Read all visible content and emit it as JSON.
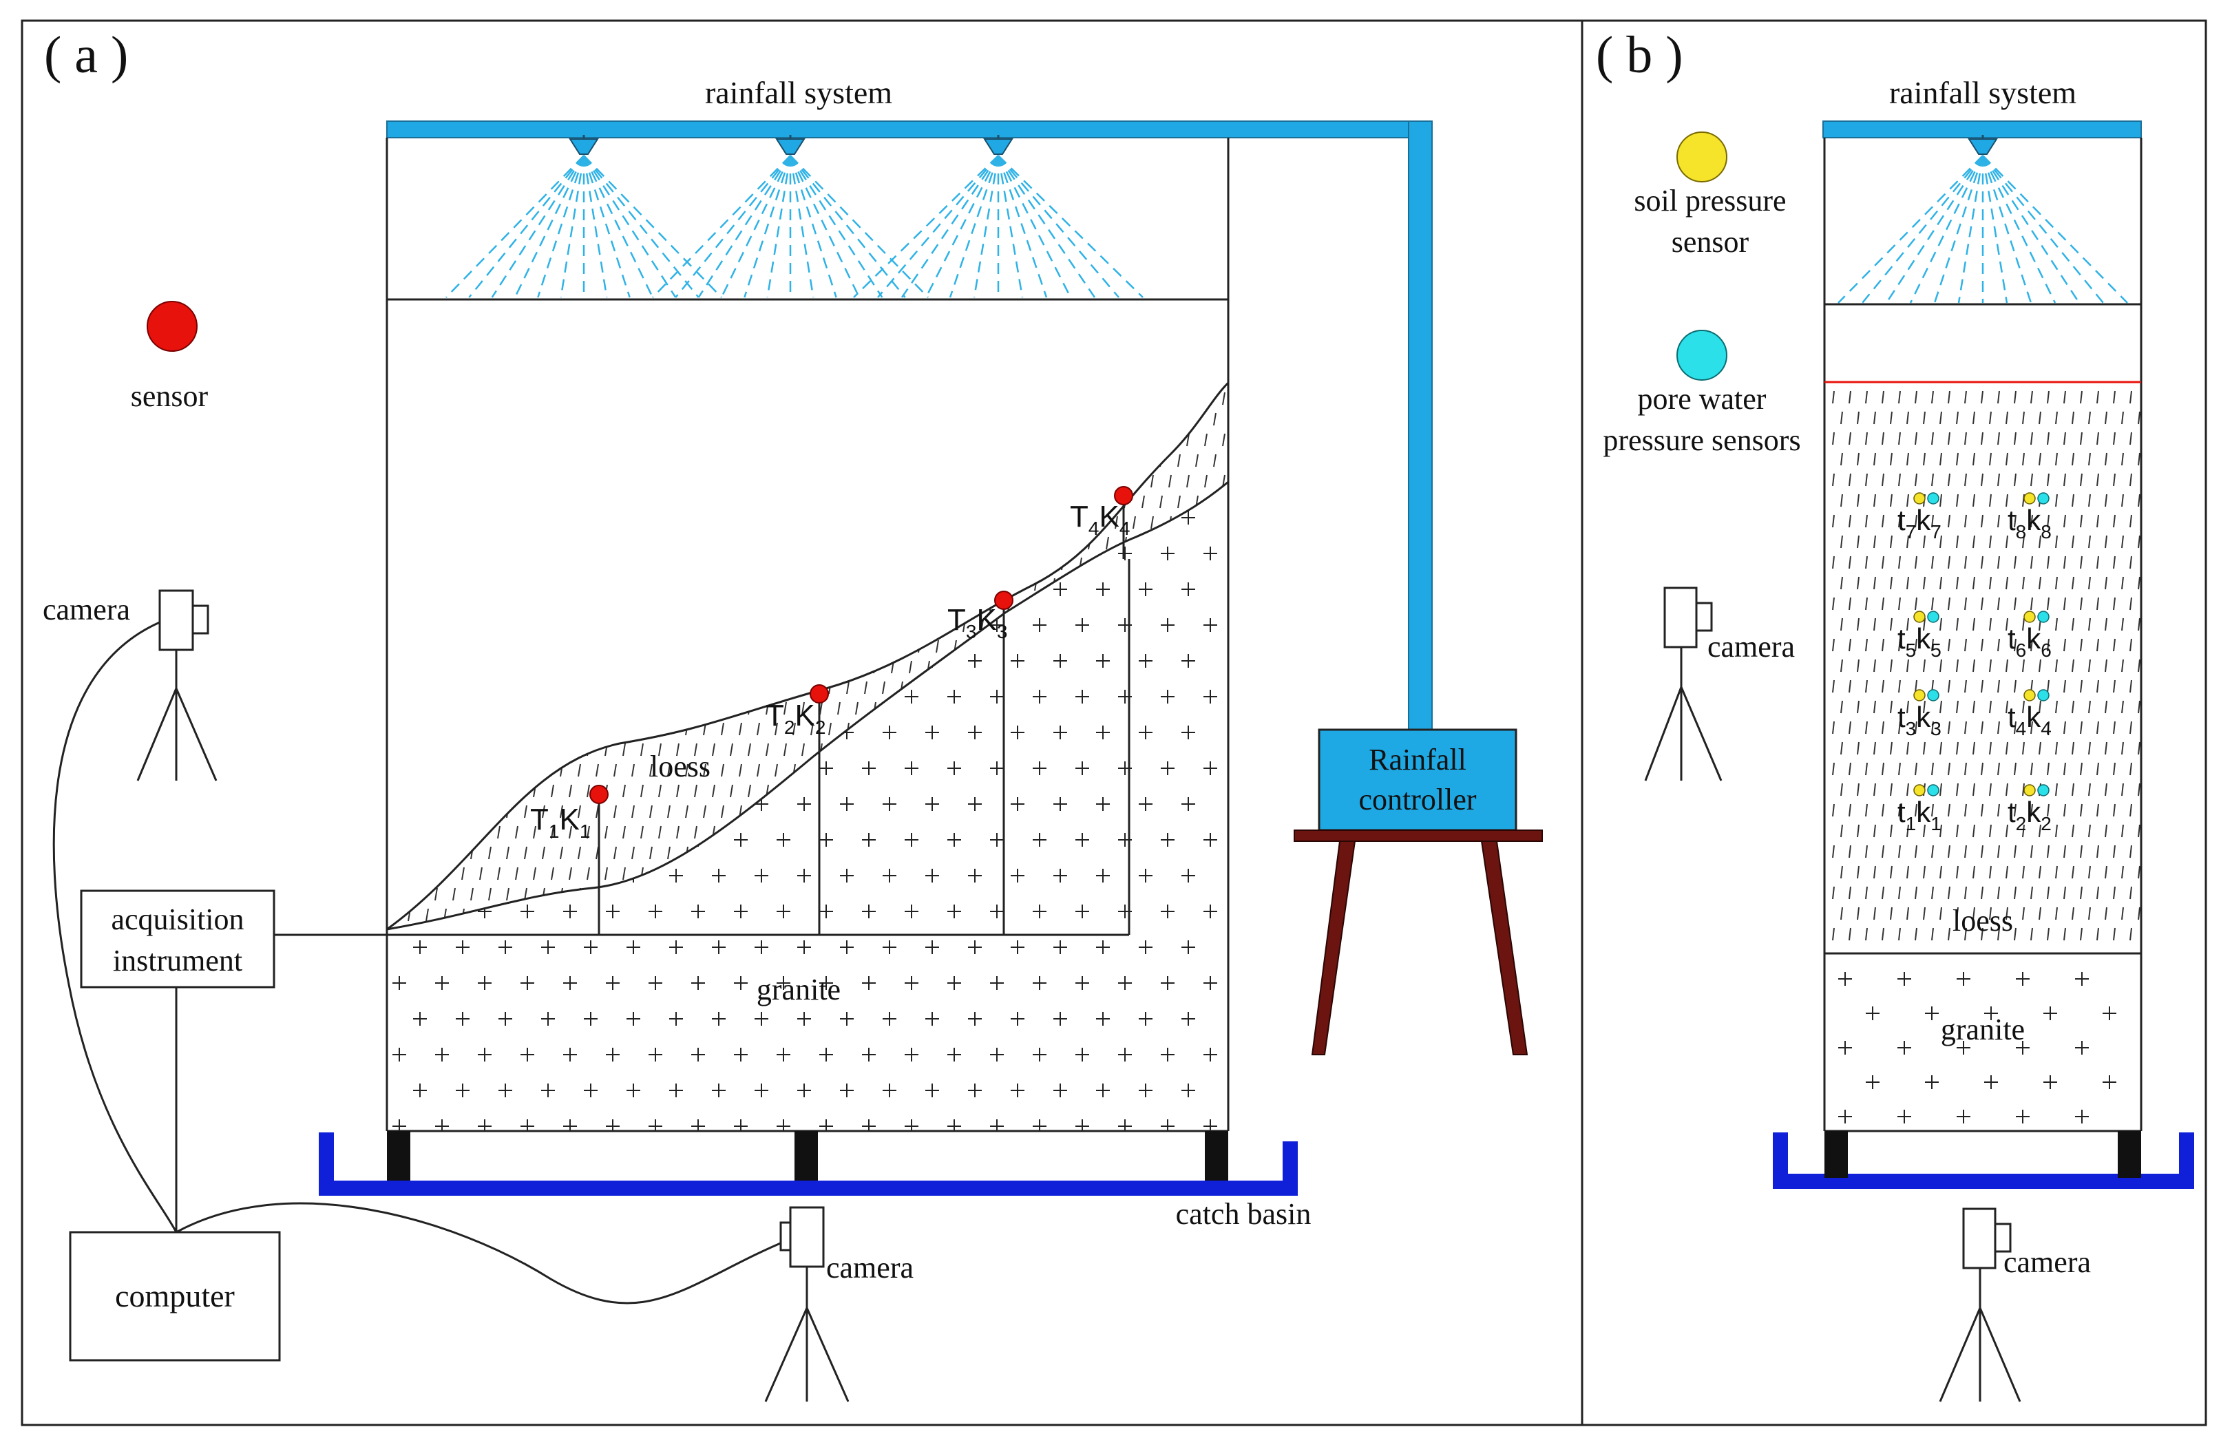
{
  "colors": {
    "rain_pipe": "#1fa8e3",
    "rain_spray": "#2fb2e6",
    "catch_basin": "#1020d8",
    "sensor_red": "#e8120c",
    "soil_pressure_yellow": "#f5e42a",
    "pore_water_cyan": "#2be0e8",
    "table_brown": "#6b1410",
    "controller_fill": "#1ea9e4",
    "foot_black": "#111111"
  },
  "panel_a": {
    "label": "( a )",
    "rainfall_system": "rainfall system",
    "sensor_legend": "sensor",
    "camera_left": "camera",
    "camera_bottom": "camera",
    "acquisition_line1": "acquisition",
    "acquisition_line2": "instrument",
    "computer": "computer",
    "controller_line1": "Rainfall",
    "controller_line2": "controller",
    "catch_basin": "catch basin",
    "loess": "loess",
    "granite": "granite",
    "sensors": [
      {
        "T": "T",
        "Ti": "1",
        "K": "K",
        "Ki": "1"
      },
      {
        "T": "T",
        "Ti": "2",
        "K": "K",
        "Ki": "2"
      },
      {
        "T": "T",
        "Ti": "3",
        "K": "K",
        "Ki": "3"
      },
      {
        "T": "T",
        "Ti": "4",
        "K": "K",
        "Ki": "4"
      }
    ]
  },
  "panel_b": {
    "label": "( b )",
    "rainfall_system": "rainfall system",
    "soil_pressure_line1": "soil pressure",
    "soil_pressure_line2": "sensor",
    "pore_water_line1": "pore water",
    "pore_water_line2": "pressure sensors",
    "camera_left": "camera",
    "camera_bottom": "camera",
    "loess": "loess",
    "granite": "granite",
    "sensors": [
      {
        "t": "t",
        "ti": "7",
        "k": "k",
        "ki": "7"
      },
      {
        "t": "t",
        "ti": "8",
        "k": "k",
        "ki": "8"
      },
      {
        "t": "t",
        "ti": "5",
        "k": "k",
        "ki": "5"
      },
      {
        "t": "t",
        "ti": "6",
        "k": "k",
        "ki": "6"
      },
      {
        "t": "t",
        "ti": "3",
        "k": "k",
        "ki": "3"
      },
      {
        "t": "t",
        "ti": "4",
        "k": "k",
        "ki": "4"
      },
      {
        "t": "t",
        "ti": "1",
        "k": "k",
        "ki": "1"
      },
      {
        "t": "t",
        "ti": "2",
        "k": "k",
        "ki": "2"
      }
    ]
  }
}
